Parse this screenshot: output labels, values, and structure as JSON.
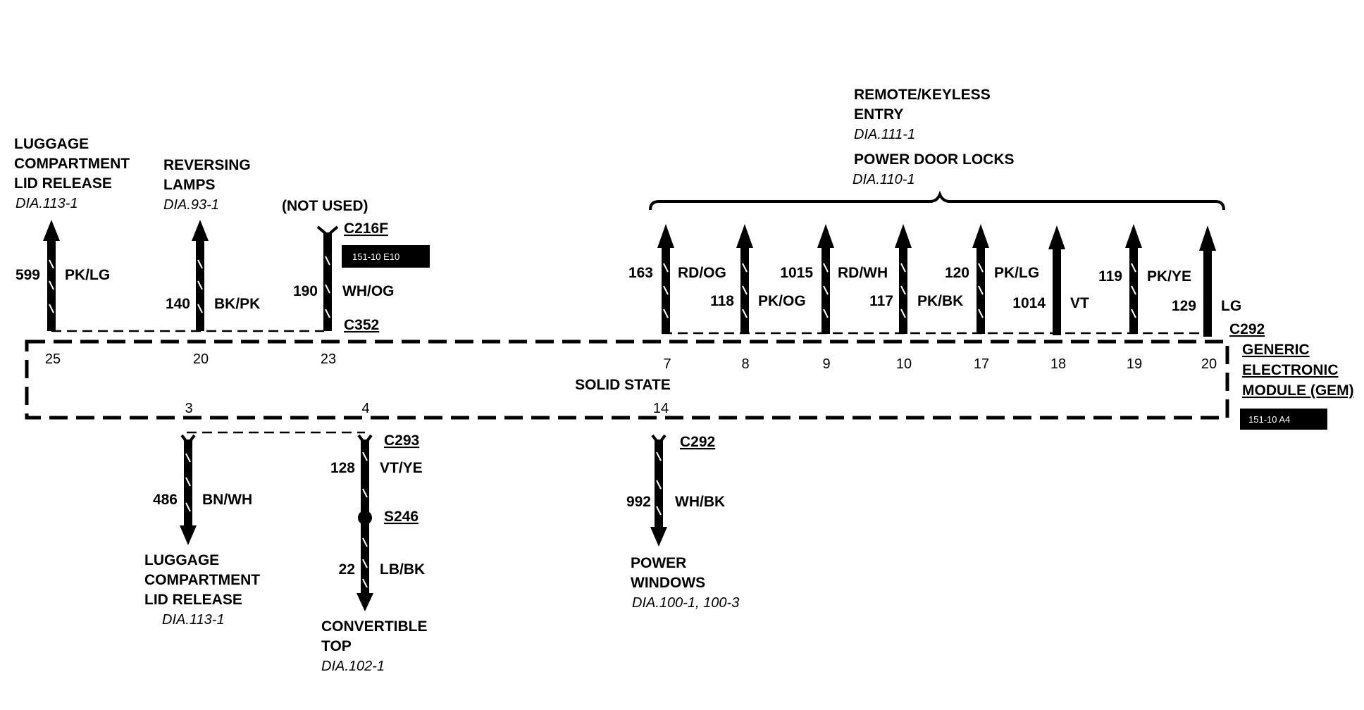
{
  "top_refs": {
    "luggage": {
      "lines": [
        "LUGGAGE",
        "COMPARTMENT",
        "LID RELEASE"
      ],
      "ref": "DIA.113-1"
    },
    "reversing": {
      "lines": [
        "REVERSING",
        "LAMPS"
      ],
      "ref": "DIA.93-1"
    },
    "not_used": "(NOT USED)",
    "remote": {
      "lines": [
        "REMOTE/KEYLESS",
        "ENTRY"
      ],
      "ref": "DIA.111-1"
    },
    "locks": {
      "label": "POWER DOOR LOCKS",
      "ref": "DIA.110-1"
    }
  },
  "connectors": {
    "c216f": "C216F",
    "c216f_tag": "151-10 E10",
    "c352": "C352",
    "c292_top": "C292",
    "c293": "C293",
    "s246": "S246",
    "c292_bottom": "C292"
  },
  "module": {
    "lines": [
      "GENERIC",
      "ELECTRONIC",
      "MODULE (GEM)"
    ],
    "tag": "151-10 A4",
    "center_label": "SOLID STATE"
  },
  "top_circuits": [
    {
      "pin": "25",
      "circuit": "599",
      "color": "PK/LG"
    },
    {
      "pin": "20",
      "circuit": "140",
      "color": "BK/PK"
    },
    {
      "pin": "23",
      "circuit": "190",
      "color": "WH/OG"
    },
    {
      "pin": "7",
      "circuit": "163",
      "color": "RD/OG"
    },
    {
      "pin": "8",
      "circuit": "118",
      "color": "PK/OG"
    },
    {
      "pin": "9",
      "circuit": "1015",
      "color": "RD/WH"
    },
    {
      "pin": "10",
      "circuit": "117",
      "color": "PK/BK"
    },
    {
      "pin": "17",
      "circuit": "120",
      "color": "PK/LG"
    },
    {
      "pin": "18",
      "circuit": "1014",
      "color": "VT"
    },
    {
      "pin": "19",
      "circuit": "119",
      "color": "PK/YE"
    },
    {
      "pin": "20",
      "circuit": "129",
      "color": "LG"
    }
  ],
  "bottom_circuits": [
    {
      "pin": "3",
      "circuit": "486",
      "color": "BN/WH"
    },
    {
      "pin": "4",
      "circuit": "128",
      "color": "VT/YE"
    },
    {
      "pin": "",
      "circuit": "22",
      "color": "LB/BK"
    },
    {
      "pin": "14",
      "circuit": "992",
      "color": "WH/BK"
    }
  ],
  "bottom_refs": {
    "luggage": {
      "lines": [
        "LUGGAGE",
        "COMPARTMENT",
        "LID RELEASE"
      ],
      "ref": "DIA.113-1"
    },
    "convertible": {
      "lines": [
        "CONVERTIBLE",
        "TOP"
      ],
      "ref": "DIA.102-1"
    },
    "windows": {
      "lines": [
        "POWER",
        "WINDOWS"
      ],
      "ref": "DIA.100-1, 100-3"
    }
  }
}
